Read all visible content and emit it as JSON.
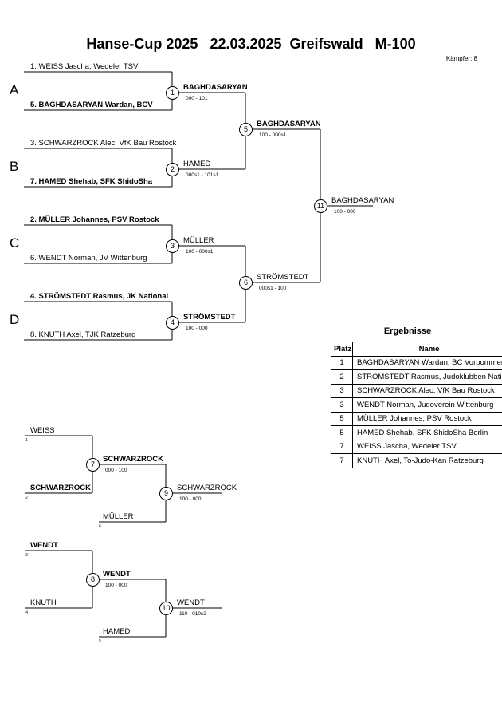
{
  "header": {
    "title": "Hanse-Cup 2025   22.03.2025  Greifswald   M-100",
    "fighters": "Kämpfer: 8"
  },
  "pools": [
    "A",
    "B",
    "C",
    "D"
  ],
  "entries": [
    {
      "text": "1. WEISS Jascha, Wedeler TSV",
      "bold": false
    },
    {
      "text": "5. BAGHDASARYAN Wardan, BCV",
      "bold": true
    },
    {
      "text": "3. SCHWARZROCK Alec, VfK Bau Rostock",
      "bold": false
    },
    {
      "text": "7. HAMED Shehab, SFK ShidoSha",
      "bold": true
    },
    {
      "text": "2. MÜLLER Johannes, PSV Rostock",
      "bold": true
    },
    {
      "text": "6. WENDT Norman, JV Wittenburg",
      "bold": false
    },
    {
      "text": "4. STRÖMSTEDT Rasmus, JK National",
      "bold": true
    },
    {
      "text": "8. KNUTH Axel, TJK Ratzeburg",
      "bold": false
    }
  ],
  "matches": [
    {
      "no": "1",
      "winner": "BAGHDASARYAN",
      "score": "000 - 101",
      "bold": true
    },
    {
      "no": "2",
      "winner": "HAMED",
      "score": "000s1 - 101s1",
      "bold": false
    },
    {
      "no": "3",
      "winner": "MÜLLER",
      "score": "100 - 000s1",
      "bold": false
    },
    {
      "no": "4",
      "winner": "STRÖMSTEDT",
      "score": "100 - 000",
      "bold": true
    },
    {
      "no": "5",
      "winner": "BAGHDASARYAN",
      "score": "100 - 000s1",
      "bold": true
    },
    {
      "no": "6",
      "winner": "STRÖMSTEDT",
      "score": "000s1 - 100",
      "bold": false
    },
    {
      "no": "11",
      "winner": "BAGHDASARYAN",
      "score": "100 - 000",
      "bold": false
    }
  ],
  "repechage": {
    "entries": [
      {
        "name": "WEISS",
        "tag": "1",
        "bold": false
      },
      {
        "name": "SCHWARZROCK",
        "tag": "2",
        "bold": true
      },
      {
        "name": "MÜLLER",
        "tag": "6",
        "bold": false
      },
      {
        "name": "WENDT",
        "tag": "3",
        "bold": true
      },
      {
        "name": "KNUTH",
        "tag": "4",
        "bold": false
      },
      {
        "name": "HAMED",
        "tag": "5",
        "bold": false
      }
    ],
    "matches": [
      {
        "no": "7",
        "winner": "SCHWARZROCK",
        "score": "000 - 100",
        "bold": true
      },
      {
        "no": "9",
        "winner": "SCHWARZROCK",
        "score": "100 - 000",
        "bold": false
      },
      {
        "no": "8",
        "winner": "WENDT",
        "score": "100 - 000",
        "bold": true
      },
      {
        "no": "10",
        "winner": "WENDT",
        "score": "110 - 010s2",
        "bold": false
      }
    ]
  },
  "results": {
    "title": "Ergebnisse",
    "headers": [
      "Platz",
      "Name"
    ],
    "rows": [
      [
        "1",
        "BAGHDASARYAN Wardan, BC Vorpommern"
      ],
      [
        "2",
        "STRÖMSTEDT Rasmus, Judoklubben National"
      ],
      [
        "3",
        "SCHWARZROCK Alec, VfK Bau Rostock"
      ],
      [
        "3",
        "WENDT Norman, Judoverein Wittenburg"
      ],
      [
        "5",
        "MÜLLER Johannes, PSV Rostock"
      ],
      [
        "5",
        "HAMED Shehab, SFK ShidoSha Berlin"
      ],
      [
        "7",
        "WEISS Jascha, Wedeler TSV"
      ],
      [
        "7",
        "KNUTH Axel, To-Judo-Kan Ratzeburg"
      ]
    ]
  }
}
